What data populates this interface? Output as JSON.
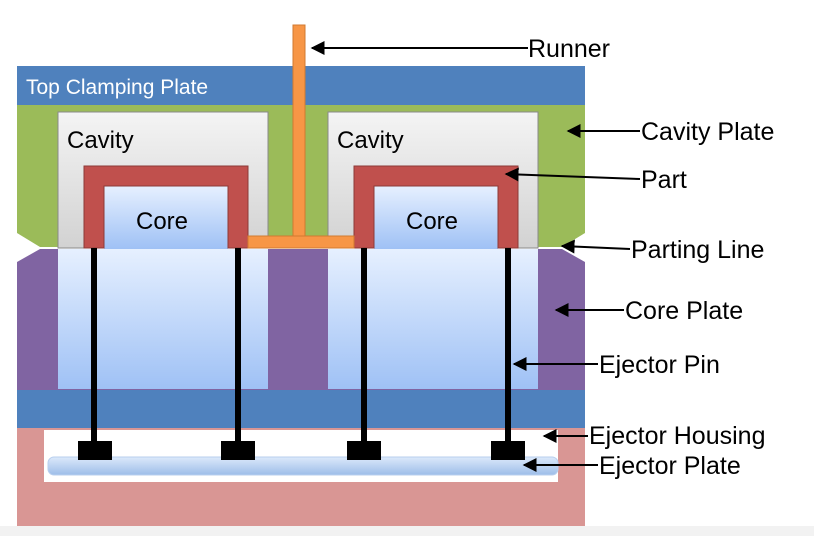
{
  "labels": {
    "top_clamping_plate": "Top Clamping Plate",
    "cavity_left": "Cavity",
    "cavity_right": "Cavity",
    "core_left": "Core",
    "core_right": "Core"
  },
  "callouts": {
    "runner": "Runner",
    "cavity_plate": "Cavity Plate",
    "part": "Part",
    "parting_line": "Parting Line",
    "core_plate": "Core Plate",
    "ejector_pin": "Ejector Pin",
    "ejector_housing": "Ejector Housing",
    "ejector_plate": "Ejector Plate"
  },
  "colors": {
    "clamping_plate": "#4f81bd",
    "cavity_plate": "#9bbb59",
    "core_plate": "#8064a2",
    "ejector_housing": "#d99694",
    "runner": "#f79646",
    "part": "#c0504d",
    "pin": "#000000"
  }
}
